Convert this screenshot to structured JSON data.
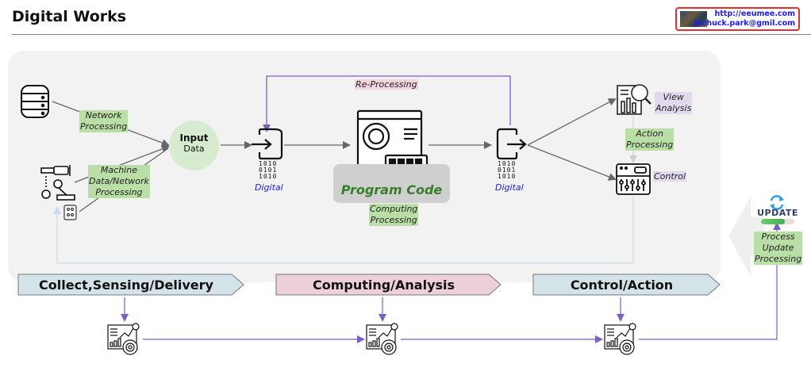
{
  "header": {
    "title": "Digital Works",
    "contact": {
      "url": "http://eeumee.com",
      "email": "lechuck.park@gmil.com"
    }
  },
  "colors": {
    "panel": "#f2f2f2",
    "label_green": "#b9dfa6",
    "label_pink": "#f2d5dc",
    "label_lavender": "#e2d9ef",
    "flow_purple": "#7b5fc4",
    "digital_blue": "#1a1ae6",
    "program_green": "#3a7d2a",
    "stage_blue": "#d3e3e8",
    "stage_pink": "#eccfd9"
  },
  "sources": {
    "database_label": "Network\nProcessing",
    "machine_label": "Machine\nData/Network\nProcessing"
  },
  "input_node": {
    "title": "Input",
    "subtitle": "Data"
  },
  "digital_in": {
    "bits": "1010\n0101\n1010",
    "label": "Digital"
  },
  "reprocessing_label": "Re-Processing",
  "program": {
    "title": "Program Code",
    "label": "Computing\nProcessing"
  },
  "digital_out": {
    "bits": "1010\n0101\n1010",
    "label": "Digital"
  },
  "outputs": {
    "view_label": "View\nAnalysis",
    "action_label": "Action\nProcessing",
    "control_label": "Control"
  },
  "update": {
    "word": "UPDATE",
    "progress": 0.72,
    "label": "Process\nUpdate\nProcessing"
  },
  "stages": [
    {
      "label": "Collect,Sensing/Delivery",
      "color": "#d3e3e8"
    },
    {
      "label": "Computing/Analysis",
      "color": "#eccfd9"
    },
    {
      "label": "Control/Action",
      "color": "#d3e3e8"
    }
  ],
  "monitor_icons": [
    "dashboard-analytics",
    "dashboard-analytics",
    "dashboard-analytics"
  ]
}
